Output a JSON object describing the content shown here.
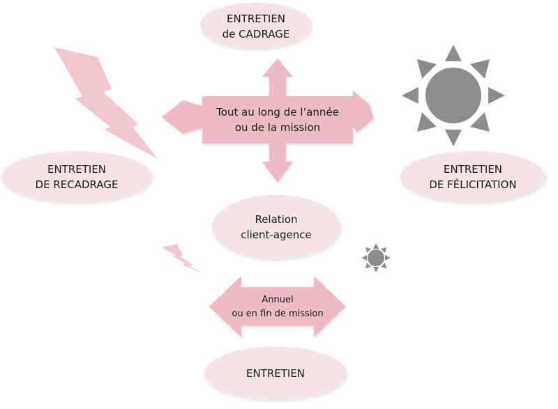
{
  "colors": {
    "ellipse_fill": "#f5e4e6",
    "arrow_fill": "#ecbcc2",
    "arrow_edge": "#d9a2aa",
    "bolt_fill": "#f2c6cc",
    "sun_fill": "#8c8c8c",
    "sun_ray": "#8c8c8c"
  },
  "nodes": {
    "cadrage": {
      "line1": "ENTRETIEN",
      "line2": "de CADRAGE"
    },
    "recadrage": {
      "line1": "ENTRETIEN",
      "line2": "DE RECADRAGE"
    },
    "felicitation": {
      "line1": "ENTRETIEN",
      "line2": "DE FÉLICITATION"
    },
    "relation": {
      "line1": "Relation",
      "line2": "client-agence"
    },
    "entretien": {
      "line1": "ENTRETIEN"
    }
  },
  "cross_arrow": {
    "line1": "Tout au long de l’année",
    "line2": "ou de la mission"
  },
  "horizontal_arrow": {
    "line1": "Annuel",
    "line2": "ou en fin de mission"
  },
  "icons": {
    "bolt_large": "lightning-bolt-icon",
    "bolt_small": "lightning-bolt-small-icon",
    "sun_large": "sun-icon",
    "sun_small": "sun-small-icon"
  }
}
